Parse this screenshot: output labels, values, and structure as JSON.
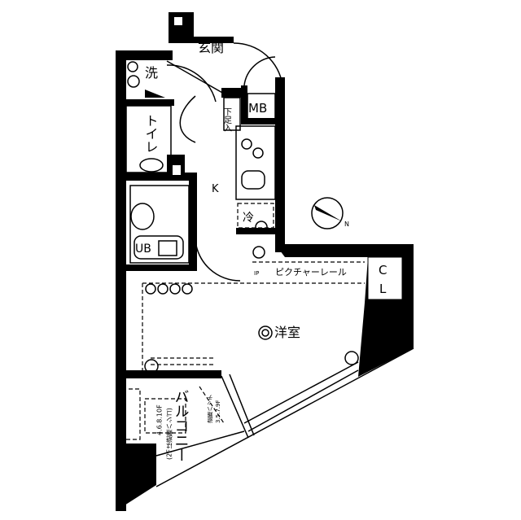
{
  "colors": {
    "wall": "#000000",
    "background": "#ffffff",
    "line": "#000000"
  },
  "rooms": {
    "entrance": "玄関",
    "laundry": "洗",
    "meter_box": "MB",
    "shoe_box": "下足入",
    "toilet": "トイレ",
    "kitchen": "K",
    "fridge": "冷",
    "unit_bath": "UB",
    "ip": "IP",
    "picture_rail": "ピクチャーレール",
    "closet_c": "C",
    "closet_l": "L",
    "western_room": "洋室",
    "balcony": "バルコニー",
    "balcony_note_1": "(2Fは避難ハシゴ)",
    "balcony_note_2": "4.6.8.10F",
    "hatch_note_1": "3.5.7.9F",
    "hatch_note_2": "避難ハッチ"
  },
  "compass": {
    "label": "N"
  }
}
